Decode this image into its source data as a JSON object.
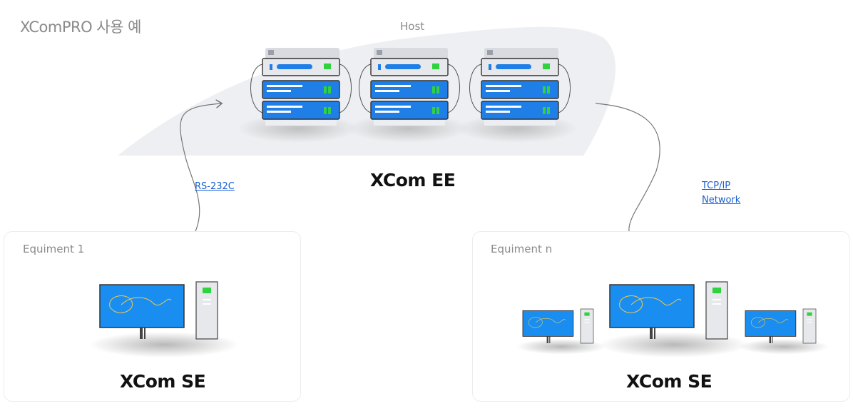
{
  "title": "XComPRO 사용 예",
  "host": {
    "label": "Host",
    "name": "XCom EE",
    "server_count": 3
  },
  "connections": {
    "left": "RS-232C",
    "right_line1": "TCP/IP",
    "right_line2": "Network"
  },
  "equipment": [
    {
      "title": "Equiment 1",
      "software": "XCom SE",
      "computers": 1
    },
    {
      "title": "Equiment n",
      "software": "XCom SE",
      "computers": 3
    }
  ],
  "colors": {
    "screen": "#1a8ef0",
    "led": "#2fd23f",
    "server_body": "#1f7fe6",
    "cloud": "#eeeff2",
    "text_muted": "#8a8a8a"
  }
}
